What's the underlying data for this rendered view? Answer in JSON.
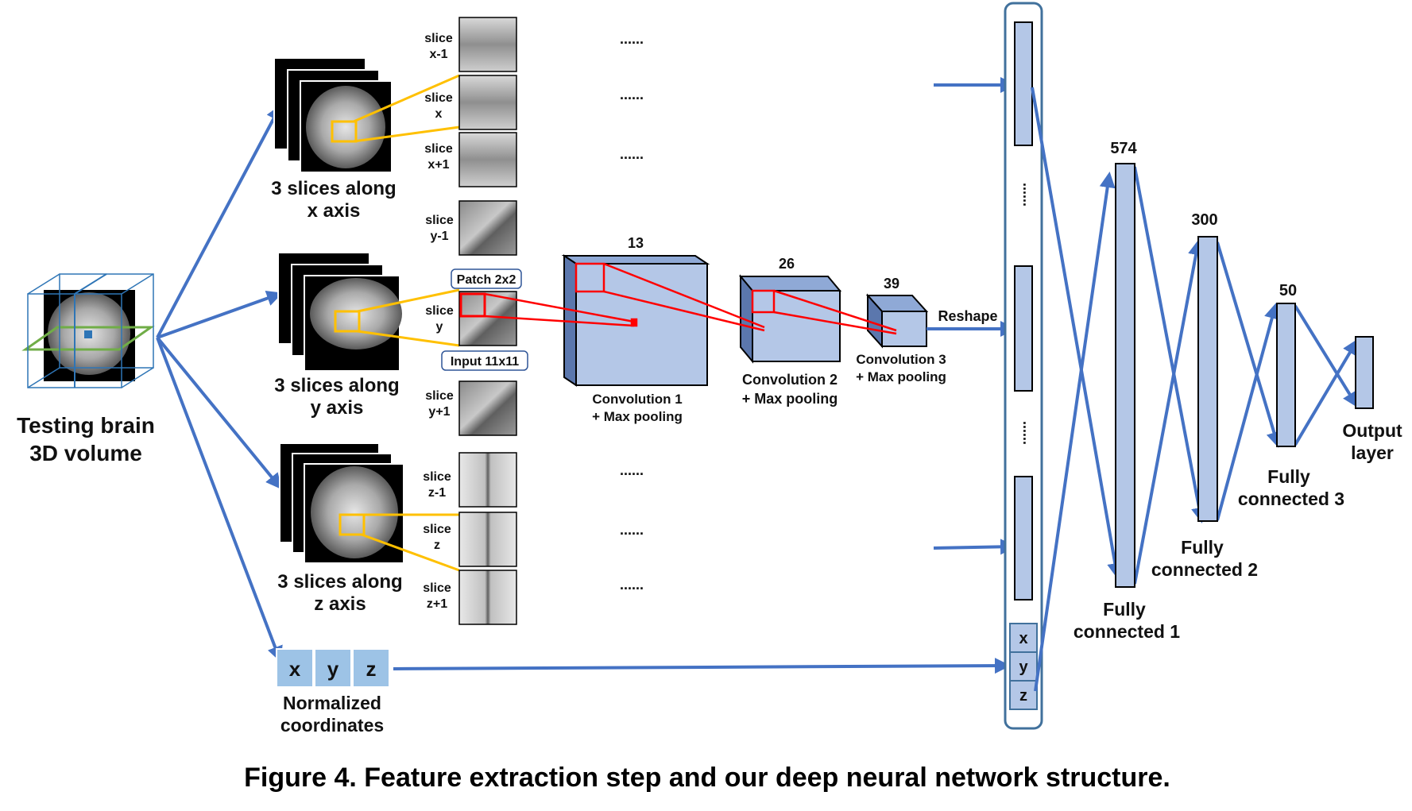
{
  "input_volume": {
    "line1": "Testing brain",
    "line2": "3D volume"
  },
  "groups": {
    "x": {
      "line1": "3 slices along",
      "line2": "x axis"
    },
    "y": {
      "line1": "3 slices along",
      "line2": "y axis"
    },
    "z": {
      "line1": "3 slices along",
      "line2": "z axis"
    }
  },
  "slices": [
    {
      "id": "x-1",
      "line1": "slice",
      "line2": "x-1"
    },
    {
      "id": "x",
      "line1": "slice",
      "line2": "x"
    },
    {
      "id": "x+1",
      "line1": "slice",
      "line2": "x+1"
    },
    {
      "id": "y-1",
      "line1": "slice",
      "line2": "y-1"
    },
    {
      "id": "y",
      "line1": "slice",
      "line2": "y"
    },
    {
      "id": "y+1",
      "line1": "slice",
      "line2": "y+1"
    },
    {
      "id": "z-1",
      "line1": "slice",
      "line2": "z-1"
    },
    {
      "id": "z",
      "line1": "slice",
      "line2": "z"
    },
    {
      "id": "z+1",
      "line1": "slice",
      "line2": "z+1"
    }
  ],
  "ellipsis": "......",
  "patch_label": "Patch 2x2",
  "input_label": "Input 11x11",
  "conv_layers": [
    {
      "size": "13",
      "line1": "Convolution 1",
      "line2": "+ Max pooling"
    },
    {
      "size": "26",
      "line1": "Convolution 2",
      "line2": "+ Max pooling"
    },
    {
      "size": "39",
      "line1": "Convolution 3",
      "line2": "+ Max pooling"
    }
  ],
  "reshape_label": "Reshape",
  "coords": {
    "x": "x",
    "y": "y",
    "z": "z",
    "line1": "Normalized",
    "line2": "coordinates"
  },
  "fc_layers": [
    {
      "size": "574",
      "line1": "Fully",
      "line2": "connected 1"
    },
    {
      "size": "300",
      "line1": "Fully",
      "line2": "connected 2"
    },
    {
      "size": "50",
      "line1": "Fully",
      "line2": "connected 3"
    }
  ],
  "output": {
    "line1": "Output",
    "line2": "layer"
  },
  "caption": "Figure 4. Feature extraction step and our deep neural network structure.",
  "colors": {
    "arrow": "#4472c4",
    "box_fill": "#b4c7e7",
    "highlight": "#ffc000",
    "patch": "#ff0000",
    "coord_fill": "#9dc3e6"
  }
}
